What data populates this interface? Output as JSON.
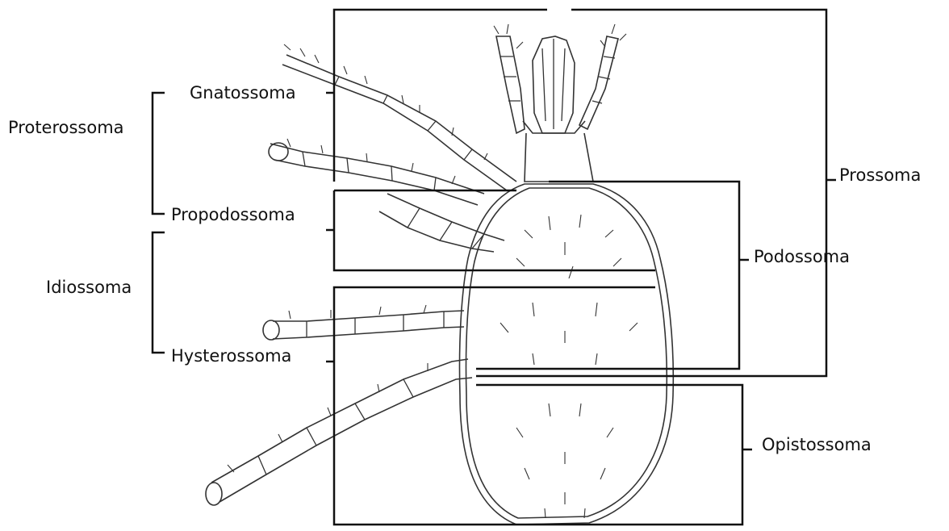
{
  "labels": {
    "gnatossoma": "Gnatossoma",
    "proterossoma": "Proterossoma",
    "propodossoma": "Propodossoma",
    "idiossoma": "Idiossoma",
    "hysterossoma": "Hysterossoma",
    "prossoma": "Prossoma",
    "podossoma": "Podossoma",
    "opistossoma": "Opistossoma"
  },
  "colors": {
    "ink": "#111111",
    "background": "#ffffff"
  }
}
